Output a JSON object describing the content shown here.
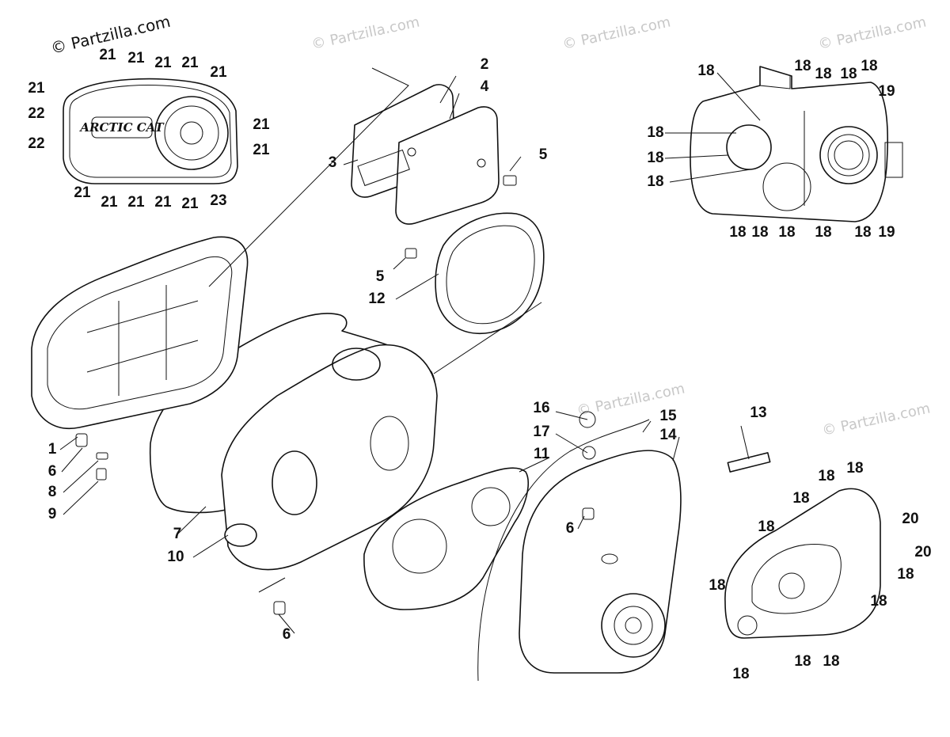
{
  "copyright": "© Partzilla.com",
  "watermark": "© Partzilla.com",
  "cover_logo": "ARCTIC CAT",
  "callouts": {
    "c1": "1",
    "c2": "2",
    "c3": "3",
    "c4": "4",
    "c5a": "5",
    "c5b": "5",
    "c6a": "6",
    "c6b": "6",
    "c6c": "6",
    "c7": "7",
    "c8": "8",
    "c9": "9",
    "c10": "10",
    "c11": "11",
    "c12": "12",
    "c13": "13",
    "c14": "14",
    "c15": "15",
    "c16": "16",
    "c17": "17",
    "c21a": "21",
    "c21b": "21",
    "c21c": "21",
    "c21d": "21",
    "c21e": "21",
    "c21f": "21",
    "c21g": "21",
    "c21h": "21",
    "c21i": "21",
    "c21j": "21",
    "c21k": "21",
    "c21l": "21",
    "c21m": "21",
    "c22a": "22",
    "c22b": "22",
    "c23": "23",
    "c18a": "18",
    "c18b": "18",
    "c18c": "18",
    "c18d": "18",
    "c18e": "18",
    "c18f": "18",
    "c18g": "18",
    "c18h": "18",
    "c18i": "18",
    "c18j": "18",
    "c18k": "18",
    "c18l": "18",
    "c18m": "18",
    "c19a": "19",
    "c19b": "19",
    "c18n": "18",
    "c18o": "18",
    "c18p": "18",
    "c18q": "18",
    "c18r": "18",
    "c18s": "18",
    "c18t": "18",
    "c18u": "18",
    "c18v": "18",
    "c18w": "18",
    "c20a": "20",
    "c20b": "20"
  }
}
